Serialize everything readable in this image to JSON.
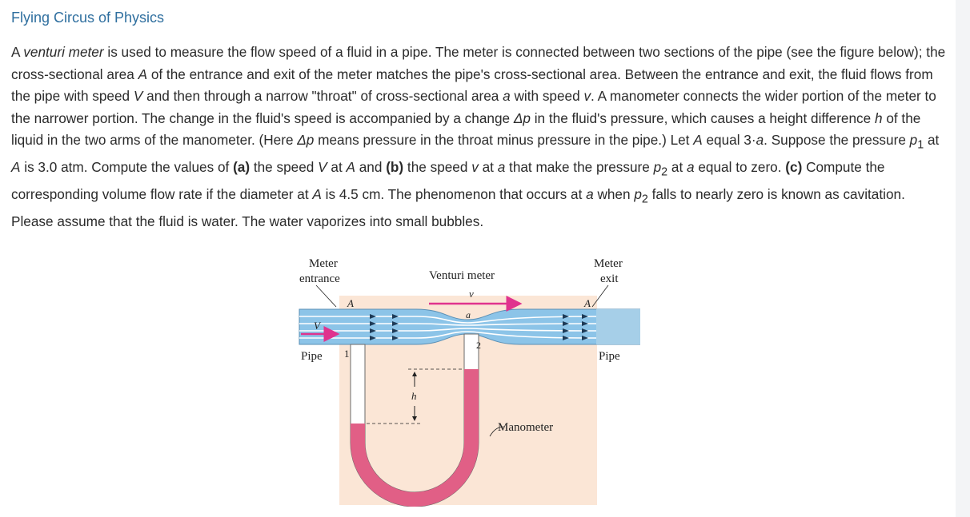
{
  "title": "Flying Circus of Physics",
  "paragraph": {
    "s1": "A ",
    "venturi": "venturi meter",
    "s2": " is used to measure the flow speed of a fluid in a pipe. The meter is connected between two sections of the pipe (see the figure below); the cross-sectional area ",
    "A1": "A",
    "s3": " of the entrance and exit of the meter matches the pipe's cross-sectional area. Between the entrance and exit, the fluid flows from the pipe with speed ",
    "V1": "V",
    "s4": " and then through a narrow \"throat\" of cross-sectional area ",
    "a1": "a",
    "s5": " with speed ",
    "v1": "v",
    "s6": ". A manometer connects the wider portion of the meter to the narrower portion. The change in the fluid's speed is accompanied by a change ",
    "dp1": "Δp",
    "s7": " in the fluid's pressure, which causes a height difference ",
    "h1": "h",
    "s8": " of the liquid in the two arms of the manometer. (Here ",
    "dp2": "Δp",
    "s9": " means pressure in the throat minus pressure in the pipe.) Let ",
    "A2": "A",
    "s10": " equal 3·",
    "a2": "a",
    "s11": ". Suppose the pressure ",
    "p1": "p",
    "p1sub": "1",
    "s12": " at ",
    "A3": "A",
    "s13": " is 3.0 atm. Compute the values of ",
    "partA": "(a)",
    "s14": " the speed ",
    "V2": "V",
    "s15": " at ",
    "A4": "A",
    "s16": " and ",
    "partB": "(b)",
    "s17": " the speed ",
    "v2": "v",
    "s18": " at ",
    "a3": "a",
    "s19": " that make the pressure ",
    "p2": "p",
    "p2sub": "2",
    "s20": " at ",
    "a4": "a",
    "s21": " equal to zero. ",
    "partC": "(c)",
    "s22": " Compute the corresponding volume flow rate if the diameter at ",
    "A5": "A",
    "s23": " is 4.5 cm. The phenomenon that occurs at ",
    "a5": "a",
    "s24": " when ",
    "p3": "p",
    "p3sub": "2",
    "s25": " falls to nearly zero is known as cavitation. Please assume that the fluid is water. The water vaporizes into small bubbles."
  },
  "figure": {
    "meter_entrance_1": "Meter",
    "meter_entrance_2": "entrance",
    "venturi_label": "Venturi meter",
    "meter_exit_1": "Meter",
    "meter_exit_2": "exit",
    "label_A_left": "A",
    "label_A_right": "A",
    "label_a": "a",
    "label_v": "v",
    "label_V": "V",
    "pipe_left": "Pipe",
    "pipe_right": "Pipe",
    "label_1": "1",
    "label_2": "2",
    "label_h": "h",
    "manometer": "Manometer",
    "colors": {
      "background": "#fbe6d6",
      "pipe": "#8cc4e8",
      "flow_lines": "#ffffff",
      "manometer_fluid": "#e15f86",
      "arrow": "#e0338e",
      "title": "#2f6f9f"
    }
  }
}
